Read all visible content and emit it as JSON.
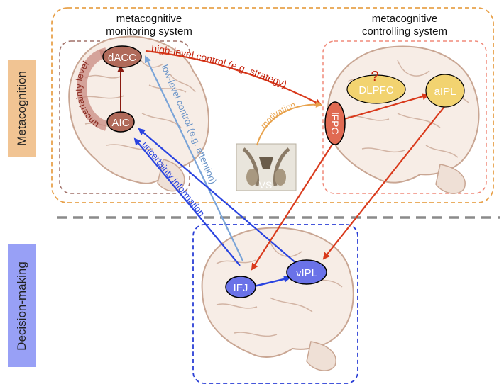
{
  "side_labels": {
    "metacognition": "Metacognition",
    "decision_making": "Decision-making"
  },
  "systems": {
    "monitoring_line1": "metacognitive",
    "monitoring_line2": "monitoring system",
    "controlling_line1": "metacognitive",
    "controlling_line2": "controlling system"
  },
  "regions": {
    "dacc": "dACC",
    "aic": "AIC",
    "ifpc": "lFPC",
    "dlpfc": "DLPFC",
    "aipl": "aIPL",
    "vs": "VS",
    "ifj": "IFJ",
    "vipl": "vIPL",
    "question": "?"
  },
  "arrows": {
    "uncertainty_level": "uncertainty level",
    "high_level_control": "high-level control (e.g. strategy)",
    "low_level_control": "low-level control (e.g. attention)",
    "uncertainty_information": "uncertainty information",
    "motivation": "motivation"
  },
  "colors": {
    "orange_box": "#e8a24c",
    "pink_box": "#f08a7a",
    "brown_box": "#a07068",
    "blue_box": "#2b3fd6",
    "red_arrow": "#d93a1c",
    "blue_arrow": "#2a44e0",
    "light_blue_arrow": "#7aa4d8",
    "dark_red_arrow": "#8a1a10",
    "region_brown": "#b06a5a",
    "region_yellow": "#f2d370",
    "region_blue": "#6a72e8",
    "region_red": "#e06a52"
  }
}
